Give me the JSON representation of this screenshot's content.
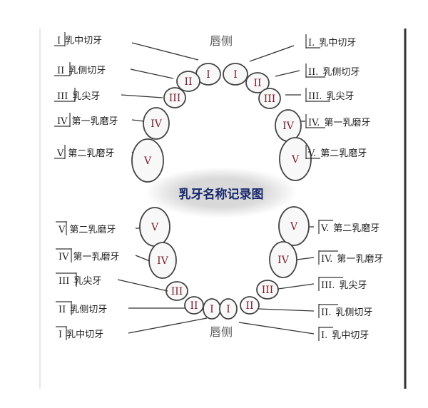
{
  "title": "乳牙名称记录图",
  "labial_top": "唇侧",
  "labial_bottom": "唇侧",
  "colors": {
    "title": "#1a2a6e",
    "numeral": "#7a2030",
    "outline": "#444444"
  },
  "upper_left": [
    {
      "num": "I",
      "name": "乳中切牙"
    },
    {
      "num": "II",
      "name": "乳侧切牙"
    },
    {
      "num": "III",
      "name": "乳尖牙"
    },
    {
      "num": "IV",
      "name": "第一乳磨牙"
    },
    {
      "num": "V",
      "name": "第二乳磨牙"
    }
  ],
  "upper_right": [
    {
      "num": "I.",
      "name": "乳中切牙"
    },
    {
      "num": "II.",
      "name": "乳侧切牙"
    },
    {
      "num": "III.",
      "name": "乳尖牙"
    },
    {
      "num": "IV.",
      "name": "第一乳磨牙"
    },
    {
      "num": "V.",
      "name": "第二乳磨牙"
    }
  ],
  "lower_left": [
    {
      "num": "V",
      "name": "第二乳磨牙"
    },
    {
      "num": "IV",
      "name": "第一乳磨牙"
    },
    {
      "num": "III",
      "name": "乳尖牙"
    },
    {
      "num": "II",
      "name": "乳侧切牙"
    },
    {
      "num": "I",
      "name": "乳中切牙"
    }
  ],
  "lower_right": [
    {
      "num": "V.",
      "name": "第二乳磨牙"
    },
    {
      "num": "IV.",
      "name": "第一乳磨牙"
    },
    {
      "num": "III.",
      "name": "乳尖牙"
    },
    {
      "num": "II.",
      "name": "乳侧切牙"
    },
    {
      "num": "I.",
      "name": "乳中切牙"
    }
  ],
  "tooth_numerals": [
    "I",
    "II",
    "III",
    "IV",
    "V"
  ]
}
